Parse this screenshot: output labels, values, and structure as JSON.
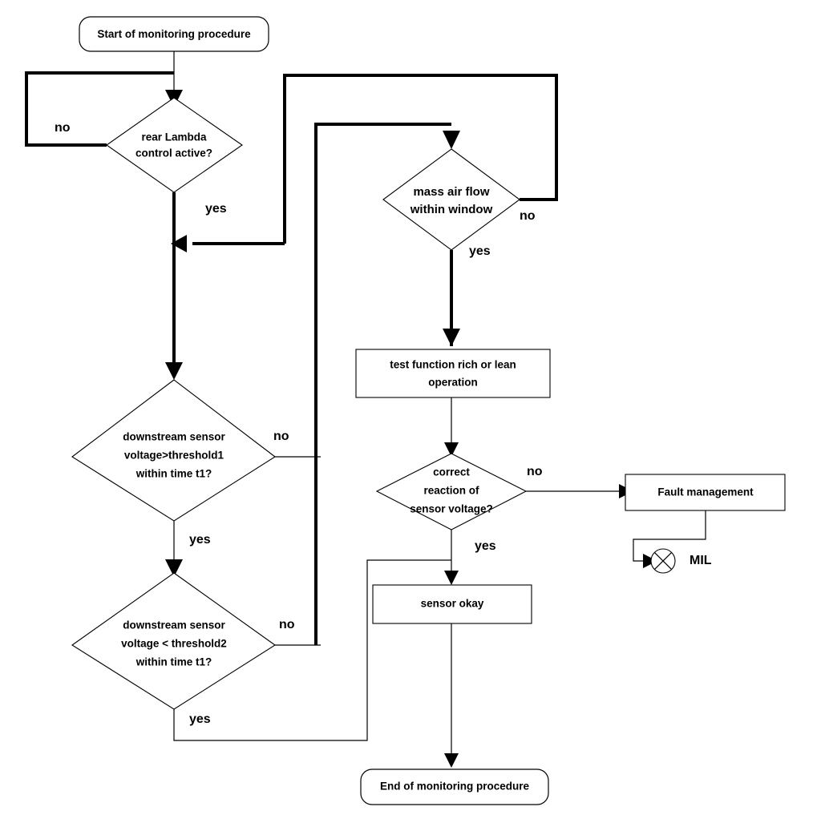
{
  "diagram": {
    "title": "Monitoring procedure flowchart",
    "background_color": "#ffffff",
    "line_color": "#000000"
  },
  "nodes": {
    "start": {
      "label": "Start of monitoring procedure",
      "shape": "rounded-terminator"
    },
    "rear_lambda": {
      "label_line1": "rear Lambda",
      "label_line2": "control active?",
      "shape": "decision"
    },
    "mass_air_flow": {
      "label_line1": "mass air flow",
      "label_line2": "within window",
      "shape": "decision"
    },
    "test_function": {
      "label_line1": "test function rich or lean",
      "label_line2": "operation",
      "shape": "process"
    },
    "correct_reaction": {
      "label_line1": "correct",
      "label_line2": "reaction of",
      "label_line3": "sensor voltage?",
      "shape": "decision"
    },
    "fault_management": {
      "label": "Fault management",
      "shape": "process"
    },
    "mil": {
      "label": "MIL",
      "shape": "circle-cross"
    },
    "sensor_okay": {
      "label": "sensor okay",
      "shape": "process"
    },
    "downstream_t1": {
      "label_line1": "downstream sensor",
      "label_line2": "voltage>threshold1",
      "label_line3": "within time t1?",
      "shape": "decision"
    },
    "downstream_t2": {
      "label_line1": "downstream sensor",
      "label_line2": "voltage < threshold2",
      "label_line3": "within time t1?",
      "shape": "decision"
    },
    "end": {
      "label": "End of monitoring procedure",
      "shape": "rounded-terminator"
    }
  },
  "edge_labels": {
    "rear_lambda_no": "no",
    "rear_lambda_yes": "yes",
    "mass_air_flow_no": "no",
    "mass_air_flow_yes": "yes",
    "downstream_t1_no": "no",
    "downstream_t1_yes": "yes",
    "downstream_t2_no": "no",
    "downstream_t2_yes": "yes",
    "correct_reaction_no": "no",
    "correct_reaction_yes": "yes"
  }
}
